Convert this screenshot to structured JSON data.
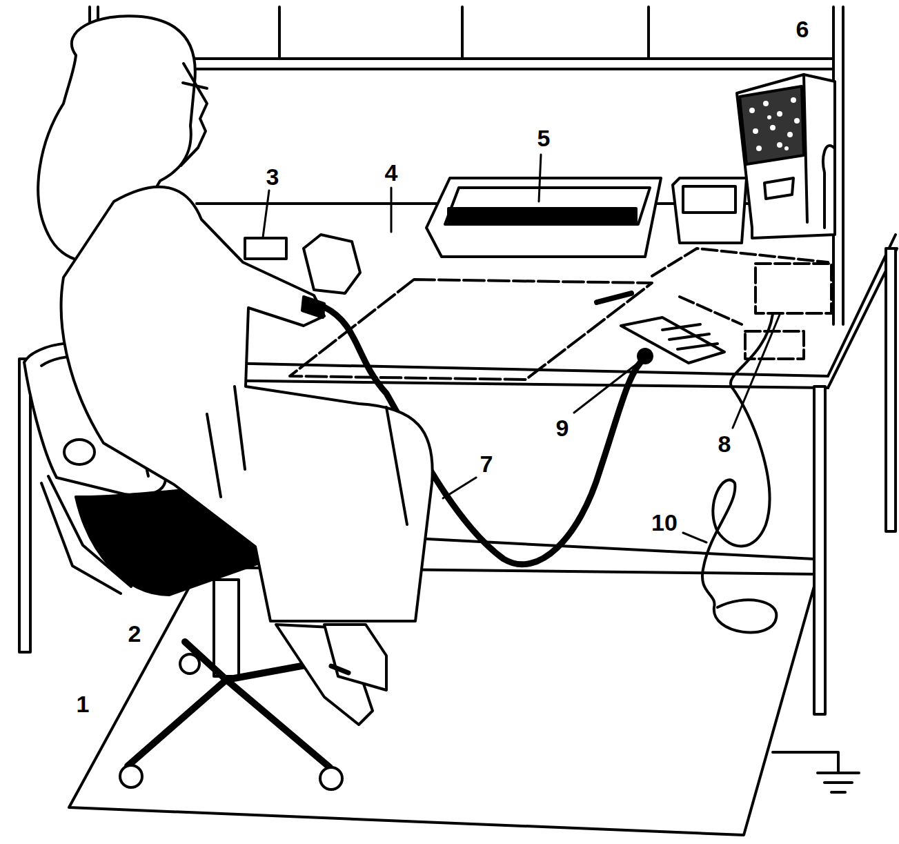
{
  "diagram": {
    "labels": [
      "6",
      "5",
      "3",
      "4",
      "7",
      "9",
      "8",
      "10",
      "2",
      "1"
    ]
  }
}
